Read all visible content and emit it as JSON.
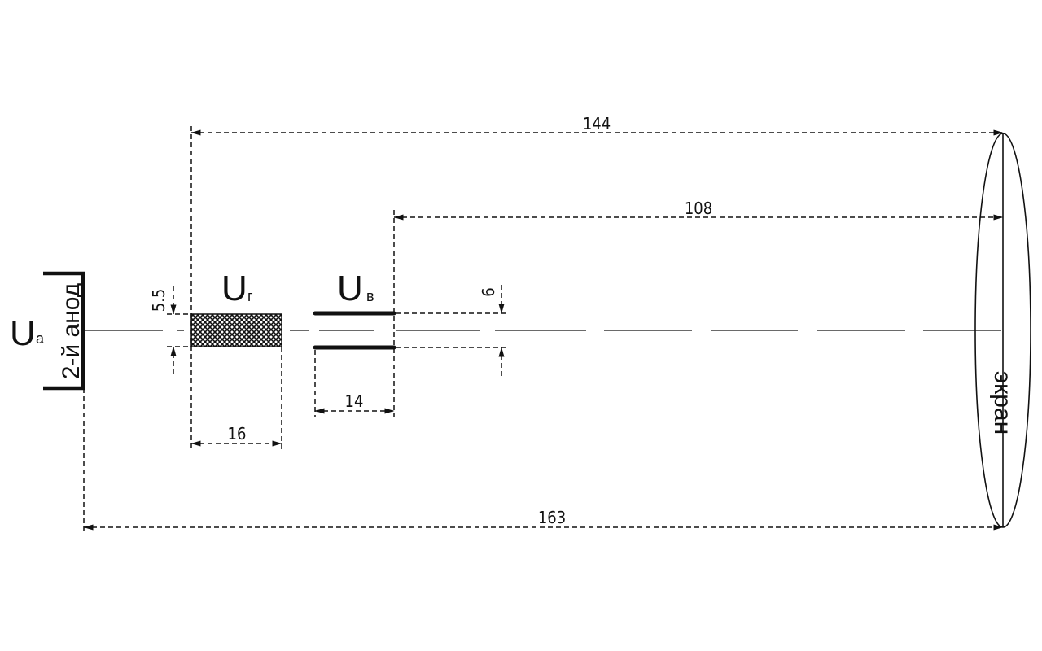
{
  "labels": {
    "anode_symbol": "U",
    "anode_subscript": "а",
    "anode_name": "2-й анод",
    "h_plates_symbol": "U",
    "h_plates_subscript": "г",
    "v_plates_symbol": "U",
    "v_plates_subscript": "в",
    "screen_name": "экран"
  },
  "dimensions": {
    "anode_to_screen": "163",
    "h_plates_to_screen": "144",
    "v_plates_to_screen": "108",
    "h_plates_length": "16",
    "v_plates_length": "14",
    "h_plates_gap": "5.5",
    "v_plates_gap": "6"
  },
  "colors": {
    "line": "#111111",
    "background": "#ffffff"
  }
}
